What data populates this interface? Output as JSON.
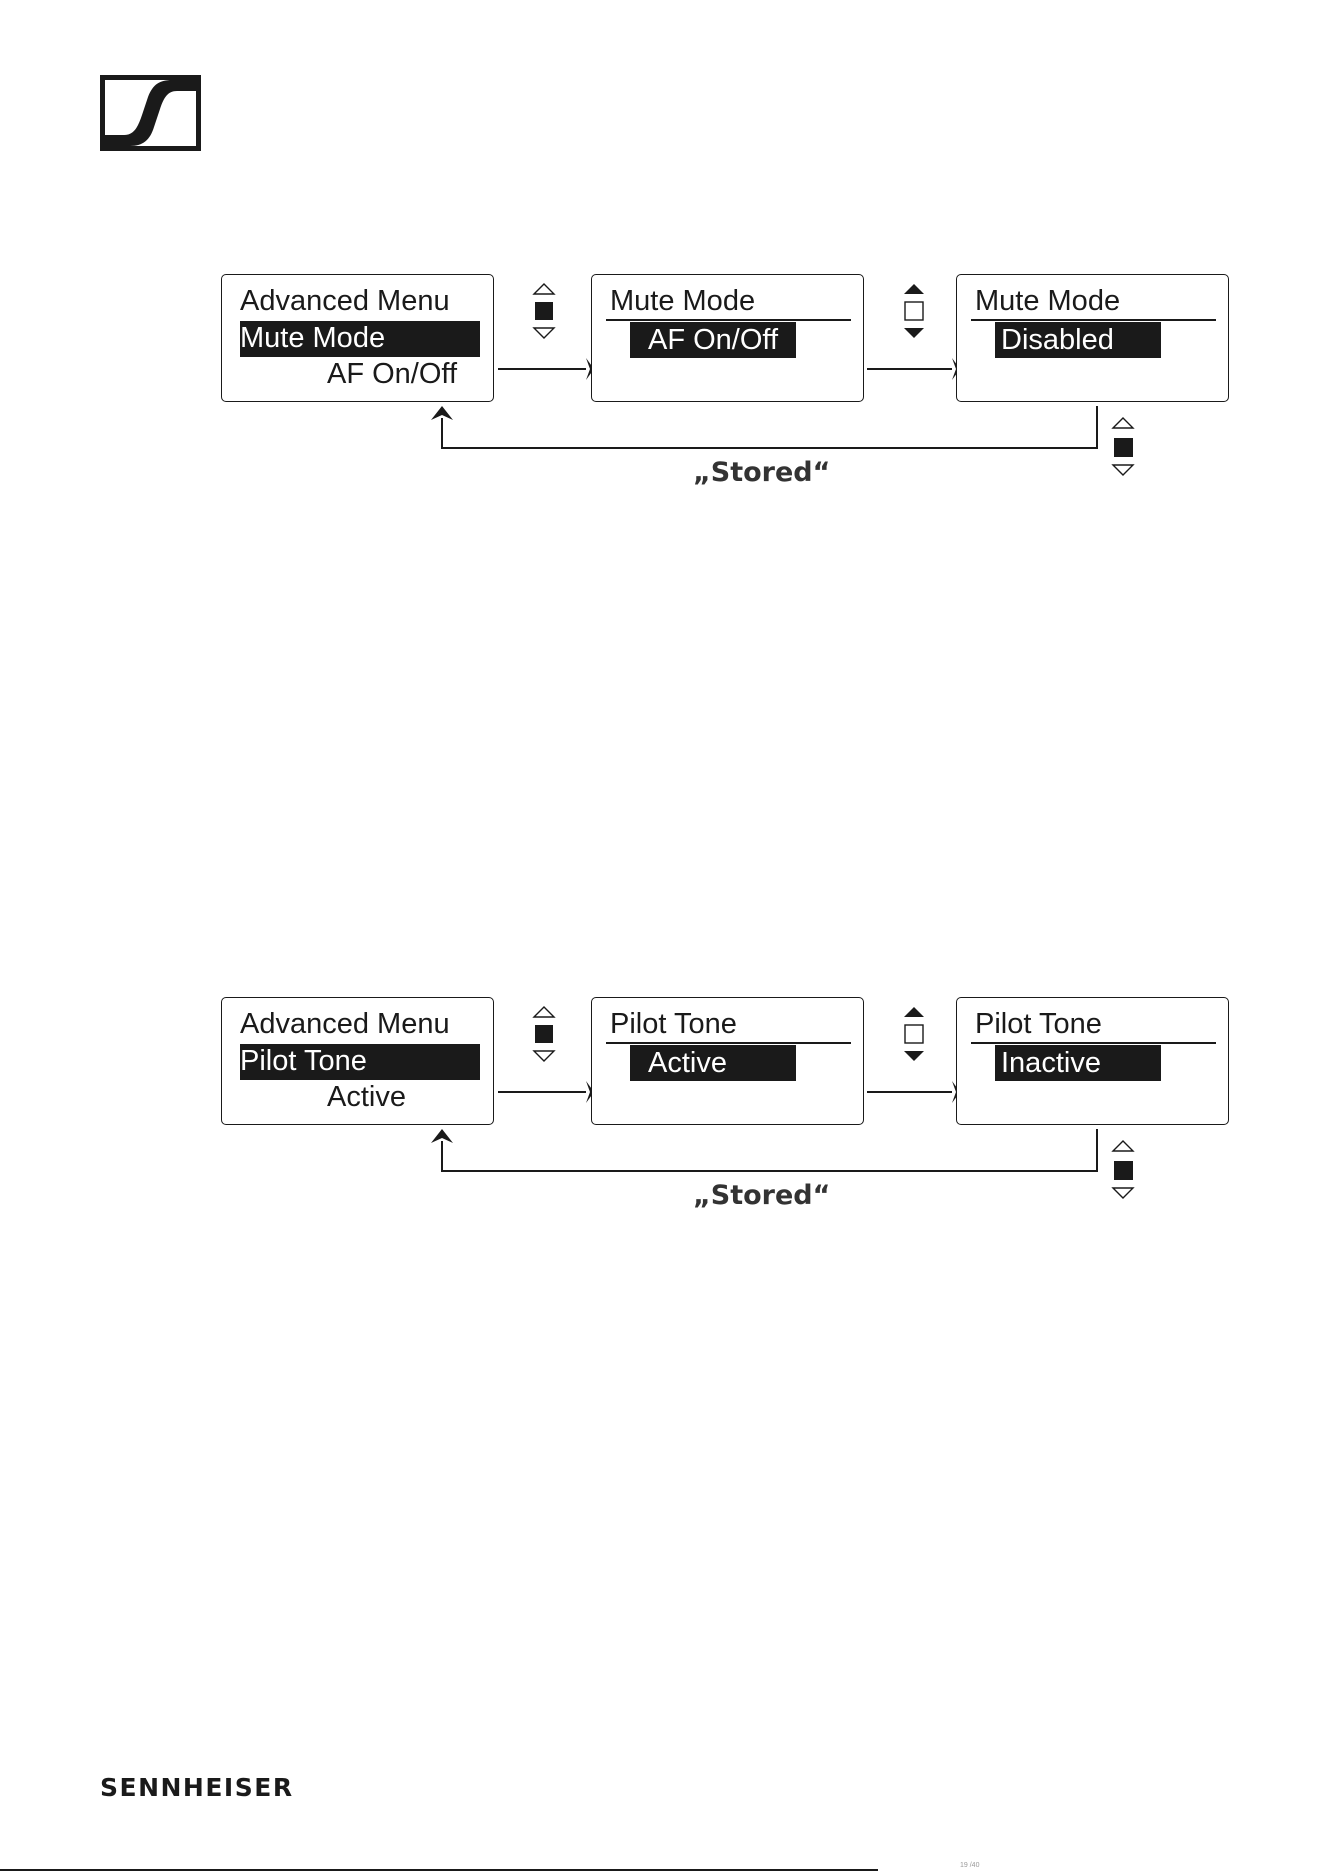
{
  "brand": {
    "name": "SENNHEISER"
  },
  "diagrams": [
    {
      "screen1": {
        "title": "Advanced Menu",
        "selected": "Mute Mode",
        "value": "AF On/Off"
      },
      "screen2": {
        "title": "Mute Mode",
        "value": "AF On/Off"
      },
      "screen3": {
        "title": "Mute Mode",
        "value": "Disabled"
      },
      "return_label": "„Stored“"
    },
    {
      "screen1": {
        "title": "Advanced Menu",
        "selected": "Pilot Tone",
        "value": "Active"
      },
      "screen2": {
        "title": "Pilot Tone",
        "value": "Active"
      },
      "screen3": {
        "title": "Pilot Tone",
        "value": "Inactive"
      },
      "return_label": "„Stored“"
    }
  ],
  "footer": {
    "page": "19 /40"
  }
}
